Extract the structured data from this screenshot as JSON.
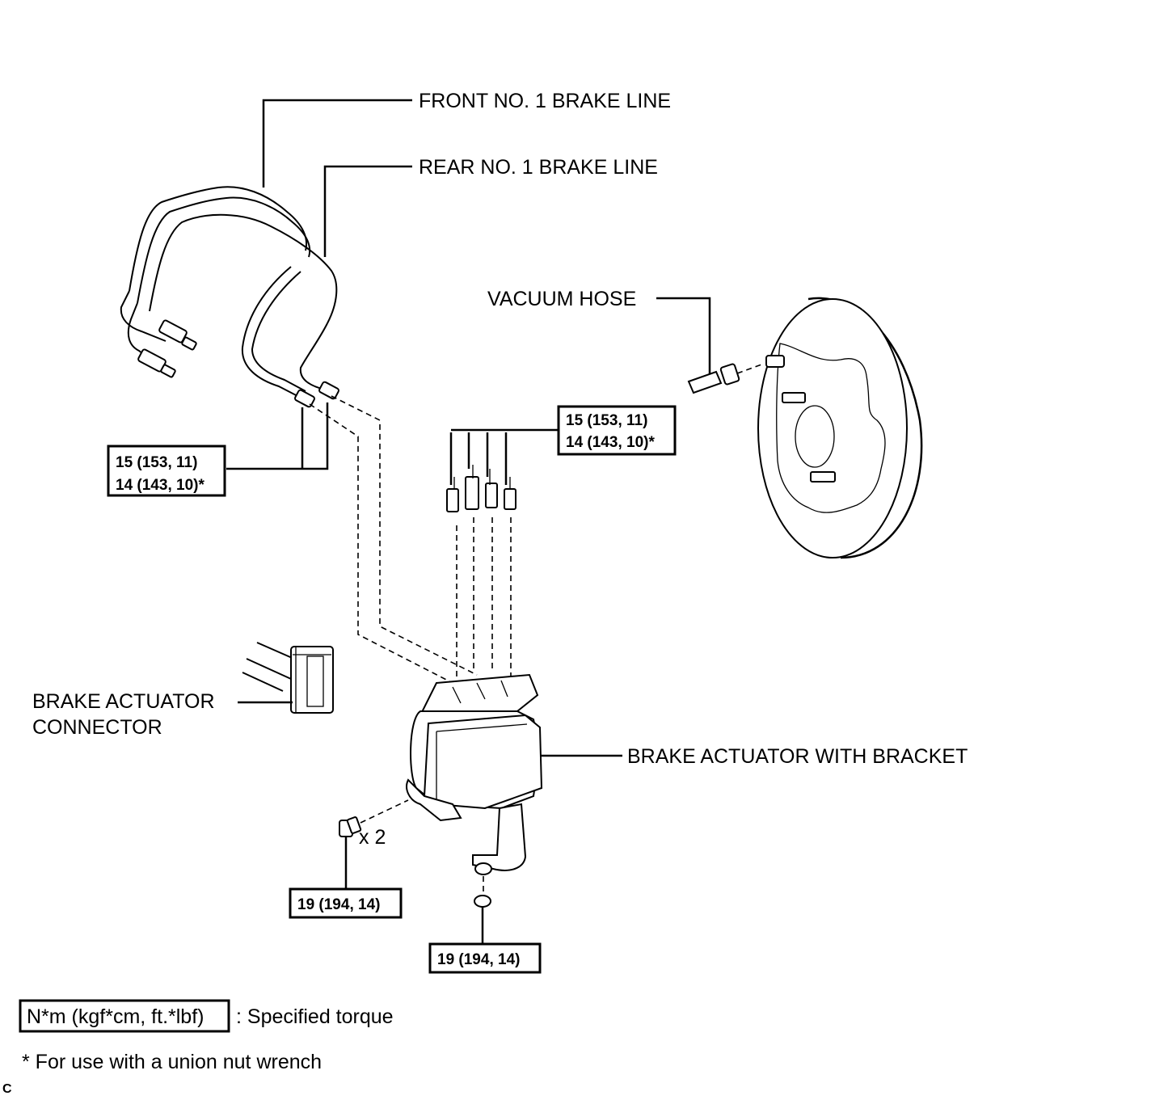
{
  "labels": {
    "front_brake_line": "FRONT NO. 1 BRAKE LINE",
    "rear_brake_line": "REAR NO. 1 BRAKE LINE",
    "vacuum_hose": "VACUUM HOSE",
    "connector_line1": "BRAKE ACTUATOR",
    "connector_line2": "CONNECTOR",
    "actuator": "BRAKE ACTUATOR WITH BRACKET",
    "bolt_qty": "x 2"
  },
  "torque": {
    "left_line1": "15 (153, 11)",
    "left_line2": "14 (143, 10)*",
    "right_line1": "15 (153, 11)",
    "right_line2": "14 (143, 10)*",
    "bolt": "19 (194, 14)",
    "nut": "19 (194, 14)"
  },
  "legend": {
    "unit_box": "N*m (kgf*cm, ft.*lbf)",
    "unit_desc": ": Specified torque",
    "note": "* For use with a union nut wrench"
  },
  "corner_code": "C"
}
